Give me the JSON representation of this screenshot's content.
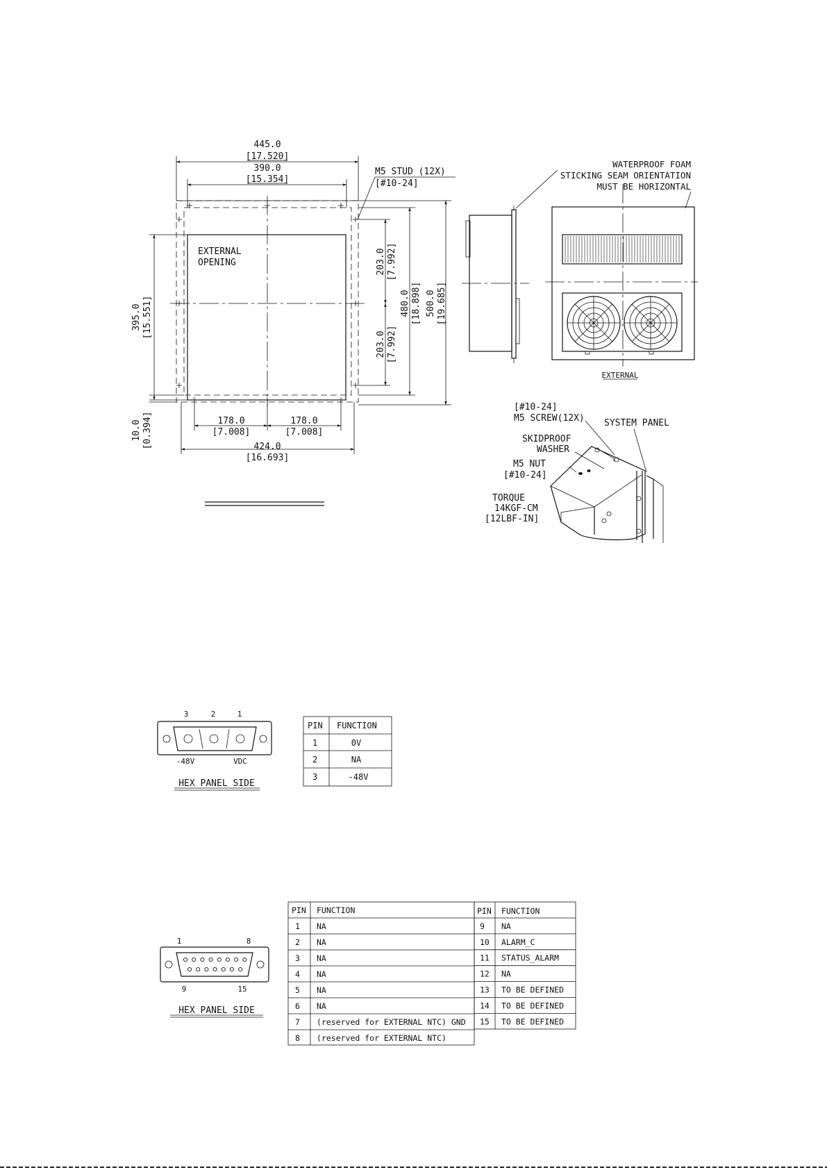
{
  "main_view": {
    "dim_445": "445.0",
    "dim_445_in": "[17.520]",
    "dim_390": "390.0",
    "dim_390_in": "[15.354]",
    "stud_label": "M5 STUD (12X)",
    "stud_label_in": "[#10-24]",
    "opening_label_1": "EXTERNAL",
    "opening_label_2": "OPENING",
    "dim_395": "395.0",
    "dim_395_in": "[15.551]",
    "dim_203_top": "203.0",
    "dim_203_top_in": "[7.992]",
    "dim_203_bot": "203.0",
    "dim_203_bot_in": "[7.992]",
    "dim_480": "480.0",
    "dim_480_in": "[18.898]",
    "dim_500": "500.0",
    "dim_500_in": "[19.685]",
    "dim_10": "10.0",
    "dim_10_in": "[0.394]",
    "dim_178_left": "178.0",
    "dim_178_left_in": "[7.008]",
    "dim_178_right": "178.0",
    "dim_178_right_in": "[7.008]",
    "dim_424": "424.0",
    "dim_424_in": "[16.693]"
  },
  "external_view": {
    "foam_line1": "WATERPROOF FOAM",
    "foam_line2": "STICKING SEAM ORIENTATION",
    "foam_line3": "MUST BE HORIZONTAL",
    "caption": "EXTERNAL"
  },
  "mount_detail": {
    "screw_in": "[#10-24]",
    "screw": "M5 SCREW(12X)",
    "system_panel": "SYSTEM PANEL",
    "washer_1": "SKIDPROOF",
    "washer_2": "WASHER",
    "nut": "M5 NUT",
    "nut_in": "[#10-24]",
    "torque_1": "TORQUE",
    "torque_2": "14KGF-CM",
    "torque_3": "[12LBF-IN]"
  },
  "power_connector": {
    "pin_labels": [
      "3",
      "2",
      "1"
    ],
    "label_left": "-48V",
    "label_right": "VDC",
    "caption": "HEX PANEL SIDE",
    "table_headers": [
      "PIN",
      "FUNCTION"
    ],
    "rows": [
      {
        "pin": "1",
        "function": "0V"
      },
      {
        "pin": "2",
        "function": "NA"
      },
      {
        "pin": "3",
        "function": "-48V"
      }
    ]
  },
  "signal_connector": {
    "label_tl": "1",
    "label_tr": "8",
    "label_bl": "9",
    "label_br": "15",
    "caption": "HEX PANEL SIDE",
    "table_headers": [
      "PIN",
      "FUNCTION"
    ],
    "left_rows": [
      {
        "pin": "1",
        "function": "NA"
      },
      {
        "pin": "2",
        "function": "NA"
      },
      {
        "pin": "3",
        "function": "NA"
      },
      {
        "pin": "4",
        "function": "NA"
      },
      {
        "pin": "5",
        "function": "NA"
      },
      {
        "pin": "6",
        "function": "NA"
      },
      {
        "pin": "7",
        "function": "(reserved for EXTERNAL NTC) GND"
      },
      {
        "pin": "8",
        "function": "(reserved for EXTERNAL NTC)"
      }
    ],
    "right_rows": [
      {
        "pin": "9",
        "function": "NA"
      },
      {
        "pin": "10",
        "function": "ALARM_C"
      },
      {
        "pin": "11",
        "function": "STATUS_ALARM"
      },
      {
        "pin": "12",
        "function": "NA"
      },
      {
        "pin": "13",
        "function": "TO BE DEFINED"
      },
      {
        "pin": "14",
        "function": "TO BE DEFINED"
      },
      {
        "pin": "15",
        "function": "TO BE DEFINED"
      }
    ]
  }
}
